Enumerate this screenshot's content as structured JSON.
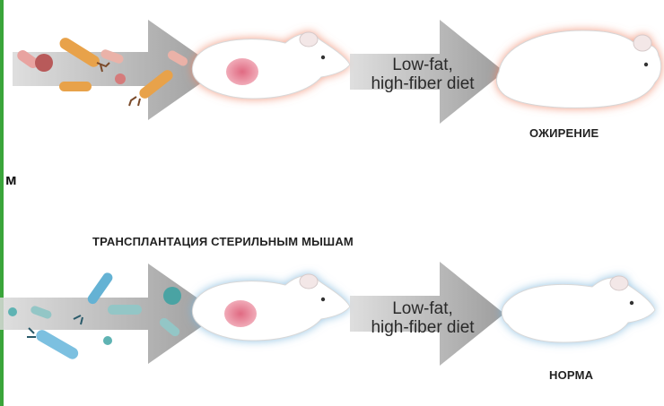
{
  "top_row": {
    "diet_line1": "Low-fat,",
    "diet_line2": "high-fiber diet",
    "outcome": "ОЖИРЕНИЕ"
  },
  "middle_caption": "ТРАНСПЛАНТАЦИЯ СТЕРИЛЬНЫМ МЫШАМ",
  "left_fragment": "м",
  "bottom_row": {
    "diet_line1": "Low-fat,",
    "diet_line2": "high-fiber diet",
    "outcome": "НОРМА"
  },
  "colors": {
    "obese_glow": "#f3b7a4",
    "normal_glow": "#b8d9ee",
    "arrow_gray": "#8a8a8a",
    "gut_pink": "#e58b9b",
    "microbe_orange": "#e8a24a",
    "microbe_teal": "#5fb3b3",
    "left_edge": "#3aa53a"
  }
}
